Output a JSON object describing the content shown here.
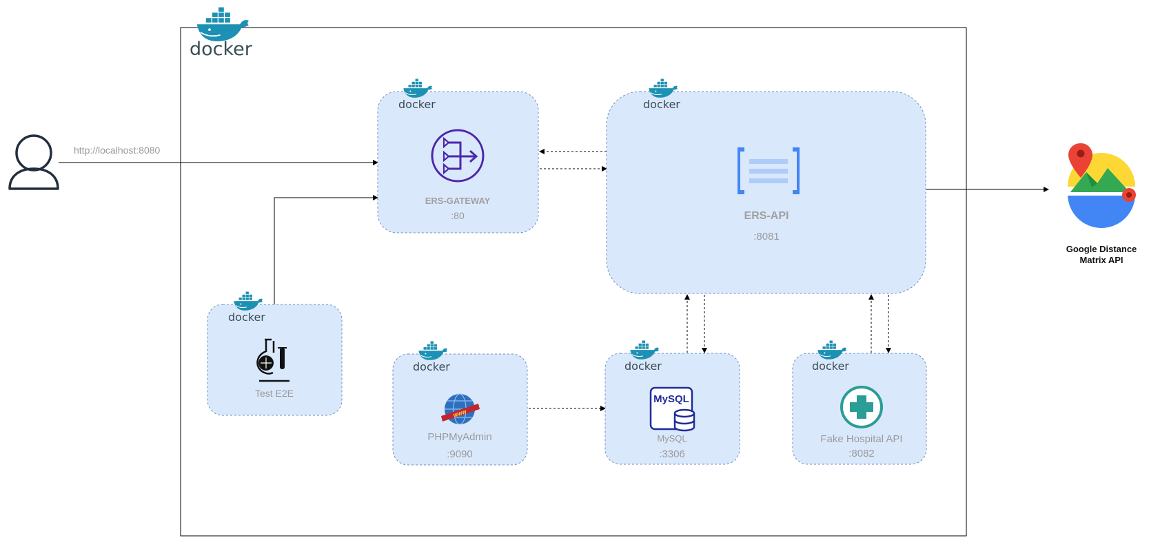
{
  "docker": {
    "logo_text": "docker"
  },
  "user": {
    "url_label": "http://localhost:8080"
  },
  "nodes": {
    "gateway": {
      "name": "ERS-GATEWAY",
      "port": ":80"
    },
    "api": {
      "name": "ERS-API",
      "port": ":8081"
    },
    "test": {
      "name": "Test E2E"
    },
    "phpmyadmin": {
      "name": "PHPMyAdmin",
      "port": ":9090"
    },
    "mysql": {
      "name": "MySQL",
      "port": ":3306",
      "logo_text": "MySQL"
    },
    "hospital": {
      "name": "Fake Hospital API",
      "port": ":8082"
    }
  },
  "google": {
    "line1": "Google Distance",
    "line2": "Matrix API"
  },
  "colors": {
    "node_fill": "#dae8fc",
    "node_stroke": "#6c8ebf",
    "docker_blue": "#1d91b4",
    "gateway_purple": "#4d27aa",
    "mysql_navy": "#1f2d9b",
    "hospital_teal": "#2a9d96"
  }
}
